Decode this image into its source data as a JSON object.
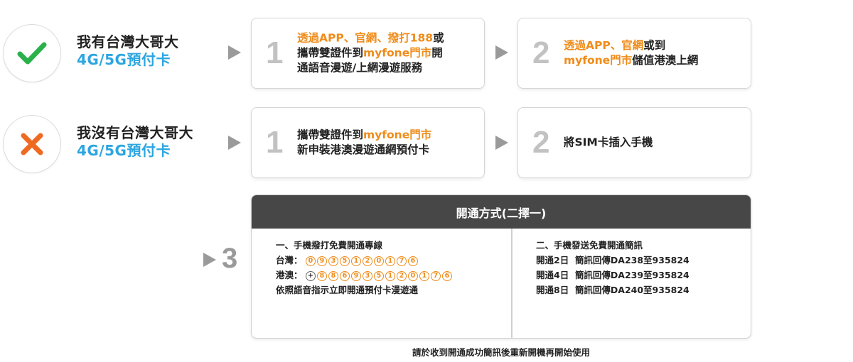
{
  "row_have": {
    "icon": "check-icon",
    "line1": "我有台灣大哥大",
    "line2": "4G/5G預付卡",
    "step1": {
      "num": "1",
      "l1_orange": "透過APP、官網、撥打188",
      "l1_black": "或",
      "l2_black": "攜帶雙證件到",
      "l2_orange": "myfone門市",
      "l2_tail": "開",
      "l3": "通語音漫遊/上網漫遊服務"
    },
    "step2": {
      "num": "2",
      "l1_orange": "透過APP、官網",
      "l1_black": "或到",
      "l2_orange": "myfone門市",
      "l2_black": "儲值港澳上網"
    }
  },
  "row_not": {
    "icon": "cross-icon",
    "line1": "我沒有台灣大哥大",
    "line2": "4G/5G預付卡",
    "step1": {
      "num": "1",
      "l1_black": "攜帶雙證件到",
      "l1_orange": "myfone門市",
      "l2": "新申裝港澳漫遊通網預付卡"
    },
    "step2": {
      "num": "2",
      "text": "將SIM卡插入手機"
    }
  },
  "step3": {
    "num": "3",
    "title": "開通方式(二擇一)",
    "left": {
      "heading": "一、手機撥打免費開通專線",
      "tw_label": "台灣：",
      "tw_digits": [
        "0",
        "9",
        "3",
        "5",
        "1",
        "2",
        "0",
        "1",
        "7",
        "6"
      ],
      "hk_label": "港澳：",
      "hk_plus": "+",
      "hk_digits": [
        "8",
        "8",
        "6",
        "9",
        "3",
        "5",
        "1",
        "2",
        "0",
        "1",
        "7",
        "6"
      ],
      "note": "依照語音指示立即開通預付卡漫遊通"
    },
    "right": {
      "heading": "二、手機發送免費開通簡訊",
      "lines": [
        "開通2日  簡訊回傳DA238至935824",
        "開通4日  簡訊回傳DA239至935824",
        "開通8日  簡訊回傳DA240至935824"
      ]
    }
  },
  "footer": "請於收到開通成功簡訊後重新開機再開始使用",
  "colors": {
    "orange": "#ef8c1a",
    "blue": "#2ca6e0",
    "green": "#2bb14b",
    "cross": "#ef6a21",
    "header_bg": "#474747"
  }
}
